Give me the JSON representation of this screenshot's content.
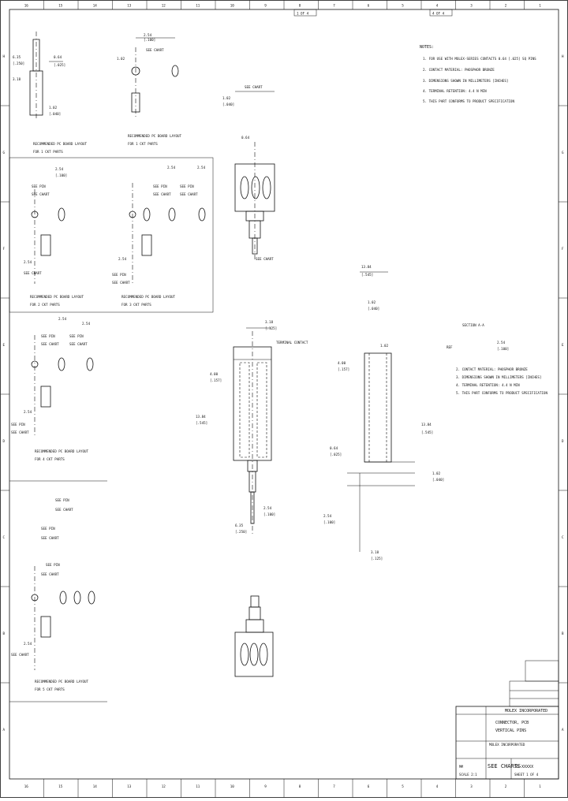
{
  "border": {
    "top_numbers": [
      "16",
      "15",
      "14",
      "13",
      "12",
      "11",
      "10",
      "9",
      "8",
      "7",
      "6",
      "5",
      "4",
      "3",
      "2",
      "1"
    ],
    "side_letters": [
      "H",
      "G",
      "F",
      "E",
      "D",
      "C",
      "B",
      "A"
    ],
    "top_tabs": [
      "1 OF 4",
      "4 OF 4"
    ]
  },
  "notes": {
    "heading": "NOTES:",
    "items": [
      "1. FOR USE WITH MOLEX-SERIES CONTACTS 0.64 [.025] SQ PINS",
      "2. CONTACT MATERIAL: PHOSPHOR BRONZE",
      "3. DIMENSIONS SHOWN IN MILLIMETERS [INCHES]",
      "4. TERMINAL RETENTION: 4.4 N MIN",
      "5. THIS PART CONFORMS TO PRODUCT SPECIFICATION"
    ]
  },
  "layouts": {
    "pcb1": "RECOMMENDED PC BOARD LAYOUT",
    "pcb1_sub": "FOR 1 CKT PARTS",
    "pcb2": "RECOMMENDED PC BOARD LAYOUT",
    "pcb2_sub": "FOR 2 CKT PARTS",
    "pcb3": "RECOMMENDED PC BOARD LAYOUT",
    "pcb3_sub": "FOR 3 CKT PARTS",
    "pcb4": "RECOMMENDED PC BOARD LAYOUT",
    "pcb4_sub": "FOR 4 CKT PARTS",
    "pcb5": "RECOMMENDED PC BOARD LAYOUT",
    "pcb5_sub": "FOR 5 CKT PARTS"
  },
  "dims": {
    "see_chart": "SEE CHART",
    "see_pin": "SEE PIN",
    "d1": "2.54",
    "d1b": "[.100]",
    "d2": "1.02",
    "d2b": "[.040]",
    "d3": "3.18",
    "d3b": "[.125]",
    "d4": "4.00",
    "d4b": "[.157]",
    "d5": "6.35",
    "d5b": "[.250]",
    "d6": "13.84",
    "d6b": "[.545]",
    "d7": "0.64",
    "d7b": "[.025]",
    "terminal_label": "TERMINAL CONTACT",
    "section": "SECTION A-A",
    "ref": "REF"
  },
  "title_block": {
    "company": "MOLEX INCORPORATED",
    "title_line1": "CONNECTOR, PCB",
    "title_line2": "VERTICAL PINS",
    "doc_label": "SEE CHARTS",
    "doc_no": "SD-XXXXX",
    "sheet": "SHEET 1 OF 4",
    "units": "MM",
    "scale": "SCALE 2:1"
  }
}
